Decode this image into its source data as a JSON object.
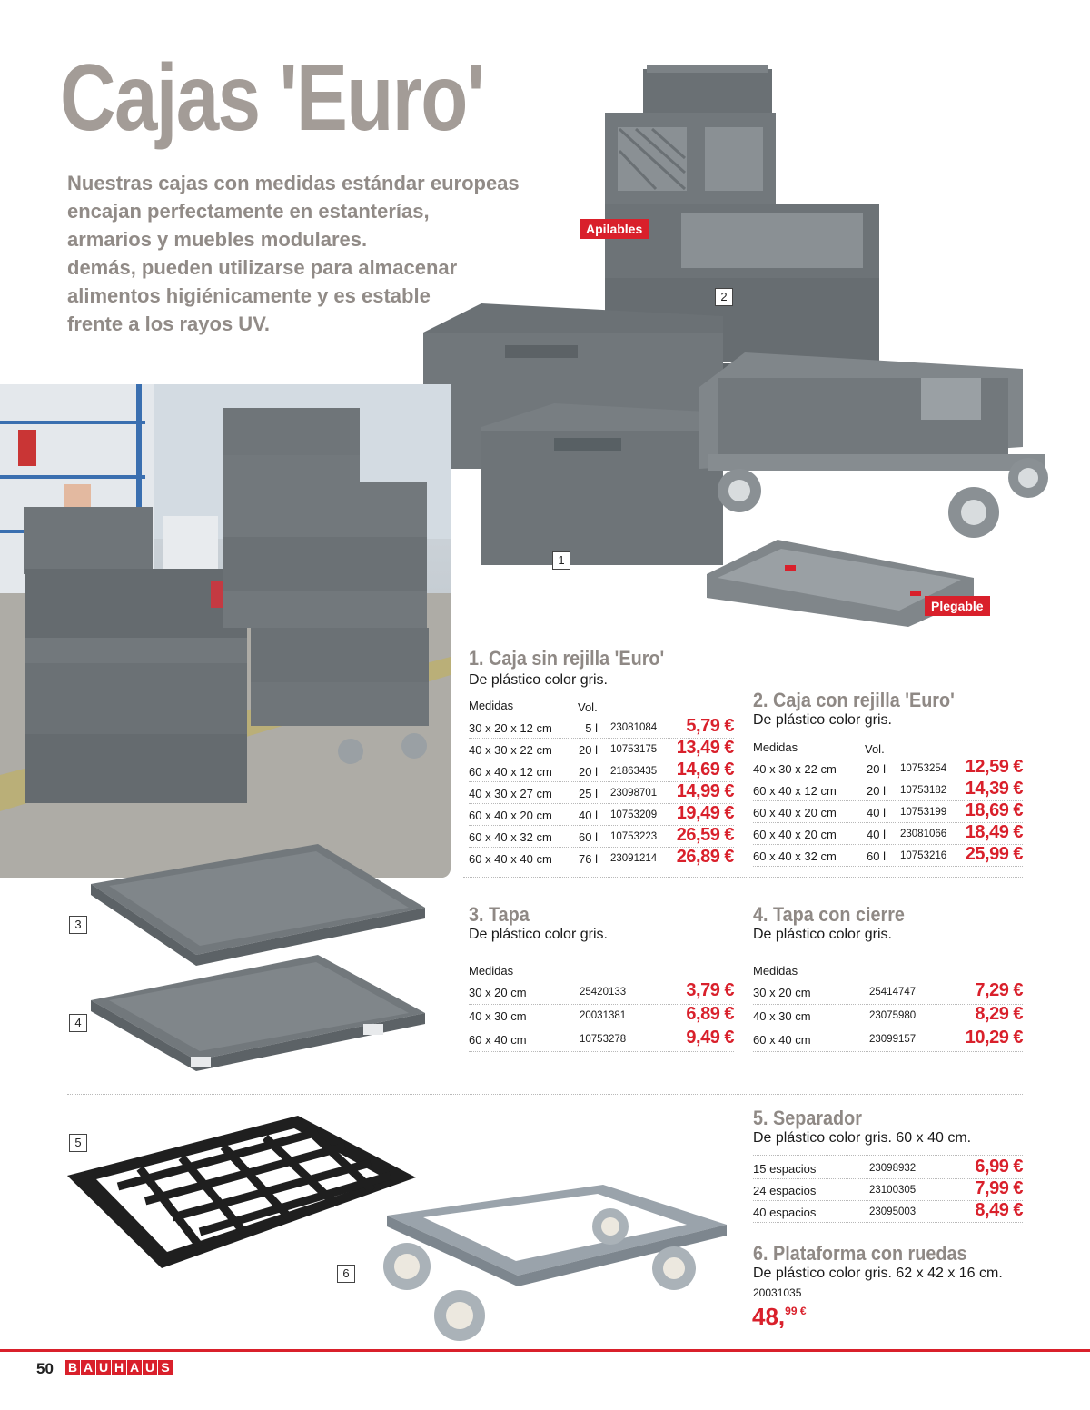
{
  "header": {
    "title": "Cajas 'Euro'",
    "intro_lines": [
      "Nuestras cajas con medidas estándar europeas",
      "encajan perfectamente en estanterías,",
      "armarios y muebles modulares.",
      "demás, pueden utilizarse para almacenar",
      "alimentos higiénicamente y es estable",
      "frente a los rayos UV."
    ]
  },
  "tags": {
    "stackable": "Apilables",
    "foldable": "Plegable"
  },
  "image_numbers": [
    "1",
    "2",
    "3",
    "4",
    "5",
    "6"
  ],
  "product1": {
    "title": "1. Caja sin rejilla 'Euro'",
    "subtitle": "De plástico color gris.",
    "col_size": "Medidas",
    "col_vol": "Vol.",
    "rows": [
      {
        "size": "30 x 20 x 12 cm",
        "vol": "5 l",
        "code": "23081084",
        "price": "5,79 €"
      },
      {
        "size": "40 x 30 x 22 cm",
        "vol": "20 l",
        "code": "10753175",
        "price": "13,49 €"
      },
      {
        "size": "60 x 40 x 12 cm",
        "vol": "20 l",
        "code": "21863435",
        "price": "14,69 €"
      },
      {
        "size": "40 x 30 x 27 cm",
        "vol": "25 l",
        "code": "23098701",
        "price": "14,99 €"
      },
      {
        "size": "60 x 40 x 20 cm",
        "vol": "40 l",
        "code": "10753209",
        "price": "19,49 €"
      },
      {
        "size": "60 x 40 x 32 cm",
        "vol": "60 l",
        "code": "10753223",
        "price": "26,59 €"
      },
      {
        "size": "60 x 40 x 40 cm",
        "vol": "76 l",
        "code": "23091214",
        "price": "26,89 €"
      }
    ]
  },
  "product2": {
    "title": "2. Caja con rejilla 'Euro'",
    "subtitle": "De plástico color gris.",
    "col_size": "Medidas",
    "col_vol": "Vol.",
    "rows": [
      {
        "size": "40 x 30 x 22 cm",
        "vol": "20 l",
        "code": "10753254",
        "price": "12,59 €"
      },
      {
        "size": "60 x 40 x 12 cm",
        "vol": "20 l",
        "code": "10753182",
        "price": "14,39 €"
      },
      {
        "size": "60 x 40 x 20 cm",
        "vol": "40 l",
        "code": "10753199",
        "price": "18,69 €"
      },
      {
        "size": "60 x 40 x 20 cm",
        "vol": "40 l",
        "code": "23081066",
        "price": "18,49 €"
      },
      {
        "size": "60 x 40 x 32 cm",
        "vol": "60 l",
        "code": "10753216",
        "price": "25,99 €"
      }
    ]
  },
  "product3": {
    "title": "3. Tapa",
    "subtitle": "De plástico color gris.",
    "col_size": "Medidas",
    "rows": [
      {
        "size": "30 x 20 cm",
        "code": "25420133",
        "price": "3,79 €"
      },
      {
        "size": "40 x 30 cm",
        "code": "20031381",
        "price": "6,89 €"
      },
      {
        "size": "60 x 40 cm",
        "code": "10753278",
        "price": "9,49 €"
      }
    ]
  },
  "product4": {
    "title": "4. Tapa con cierre",
    "subtitle": "De plástico color gris.",
    "col_size": "Medidas",
    "rows": [
      {
        "size": "30 x 20 cm",
        "code": "25414747",
        "price": "7,29 €"
      },
      {
        "size": "40 x 30 cm",
        "code": "23075980",
        "price": "8,29 €"
      },
      {
        "size": "60 x 40 cm",
        "code": "23099157",
        "price": "10,29 €"
      }
    ]
  },
  "product5": {
    "title": "5. Separador",
    "subtitle": "De plástico color gris. 60 x 40 cm.",
    "rows": [
      {
        "size": "15 espacios",
        "code": "23098932",
        "price": "6,99 €"
      },
      {
        "size": "24 espacios",
        "code": "23100305",
        "price": "7,99 €"
      },
      {
        "size": "40 espacios",
        "code": "23095003",
        "price": "8,49 €"
      }
    ]
  },
  "product6": {
    "title": "6. Plataforma con ruedas",
    "subtitle": "De plástico color gris. 62 x 42 x 16 cm.",
    "code": "20031035",
    "price_main": "48,",
    "price_cents": "99 €"
  },
  "footer": {
    "page_number": "50",
    "brand_letters": [
      "B",
      "A",
      "U",
      "H",
      "A",
      "U",
      "S"
    ]
  },
  "colors": {
    "accent": "#d9202b",
    "heading_gray": "#a39c97",
    "product_gray": "#6f7579"
  }
}
